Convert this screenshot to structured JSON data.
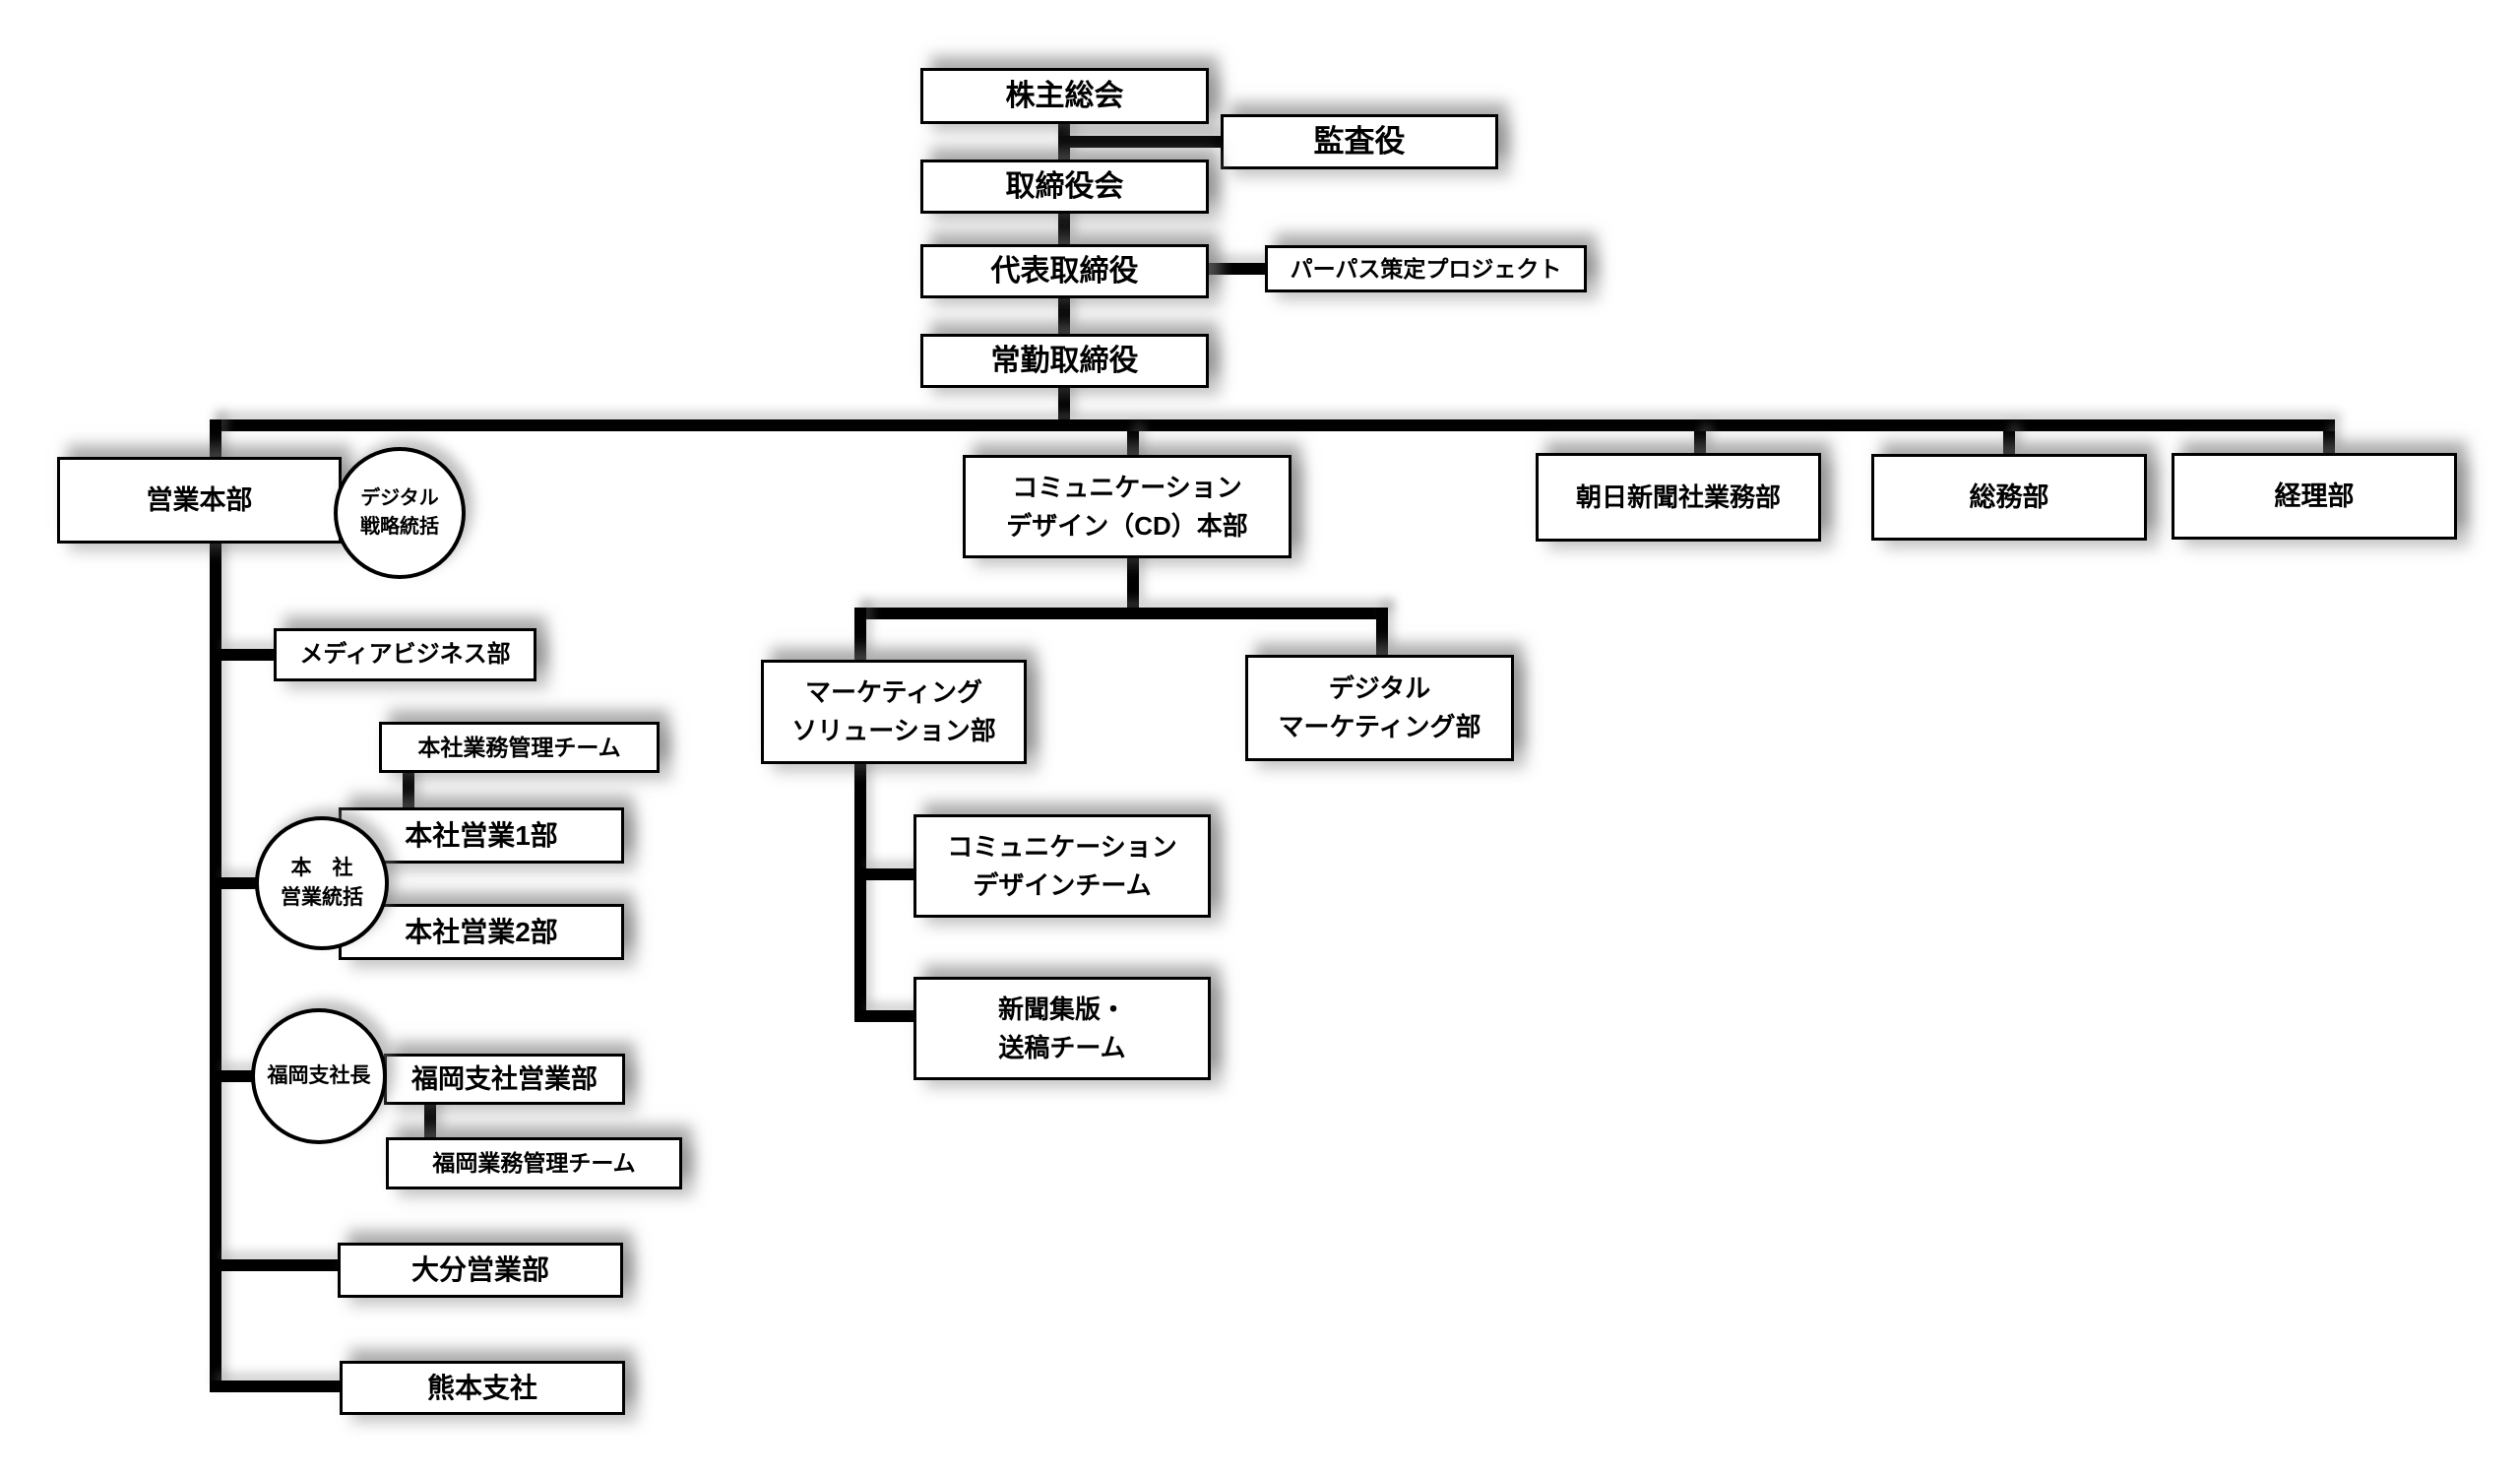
{
  "chart_type": "organization-chart",
  "nodes": {
    "shareholders": {
      "label": "株主総会"
    },
    "auditor": {
      "label": "監査役"
    },
    "board": {
      "label": "取締役会"
    },
    "rep_director": {
      "label": "代表取締役"
    },
    "purpose_project": {
      "label": "パーパス策定プロジェクト"
    },
    "standing_director": {
      "label": "常勤取締役"
    },
    "sales_hq": {
      "label": "営業本部"
    },
    "digital_strategy": {
      "label": "デジタル\n戦略統括"
    },
    "cd_hq": {
      "label": "コミュニケーション\nデザイン（CD）本部"
    },
    "asahi_shimbun_dept": {
      "label": "朝日新聞社業務部"
    },
    "general_affairs": {
      "label": "総務部"
    },
    "accounting": {
      "label": "経理部"
    },
    "media_business": {
      "label": "メディアビジネス部"
    },
    "hq_admin_team": {
      "label": "本社業務管理チーム"
    },
    "hq_sales1": {
      "label": "本社営業1部"
    },
    "hq_sales_director": {
      "label": "本　社\n営業統括"
    },
    "hq_sales2": {
      "label": "本社営業2部"
    },
    "fukuoka_manager": {
      "label": "福岡支社長"
    },
    "fukuoka_sales": {
      "label": "福岡支社営業部"
    },
    "fukuoka_admin_team": {
      "label": "福岡業務管理チーム"
    },
    "oita_sales": {
      "label": "大分営業部"
    },
    "kumamoto_branch": {
      "label": "熊本支社"
    },
    "mkt_solution": {
      "label": "マーケティング\nソリューション部"
    },
    "digital_mkt": {
      "label": "デジタル\nマーケティング部"
    },
    "comm_design_team": {
      "label": "コミュニケーション\nデザインチーム"
    },
    "newspaper_team": {
      "label": "新聞集版・\n送稿チーム"
    }
  },
  "colors": {
    "line": "#000000",
    "box_fill": "#ffffff",
    "box_border": "#000000",
    "shadow": "#6e6e6e"
  }
}
